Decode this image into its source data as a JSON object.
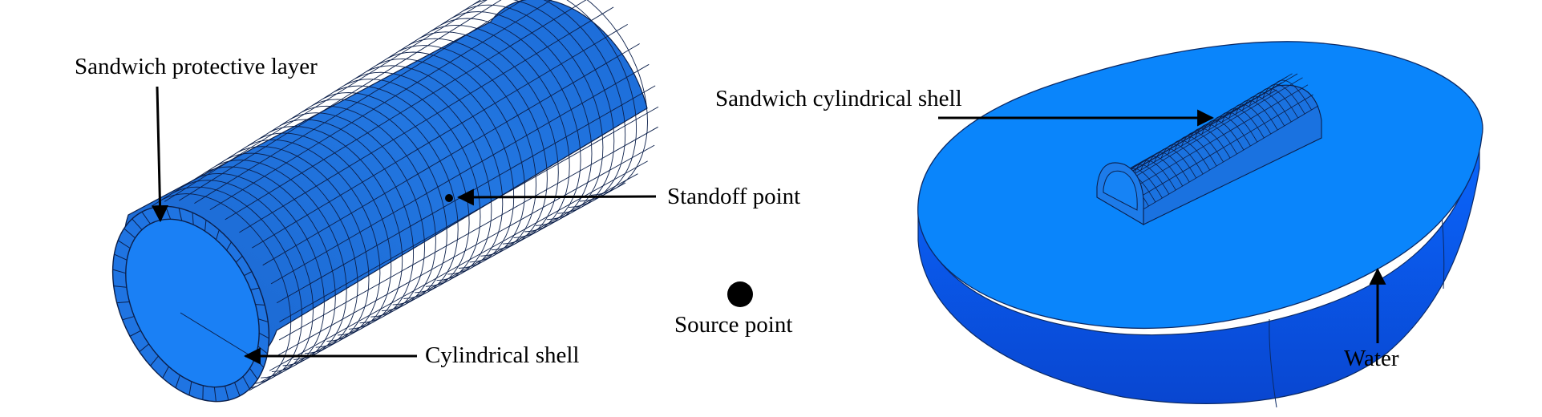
{
  "labels": {
    "sandwich_protective_layer": "Sandwich protective layer",
    "standoff_point": "Standoff point",
    "source_point": "Source point",
    "cylindrical_shell": "Cylindrical shell",
    "sandwich_cylindrical_shell": "Sandwich cylindrical shell",
    "water": "Water"
  },
  "colors": {
    "mesh_blue": "#1f6fd6",
    "face_blue": "#1e7ae8",
    "water_top": "#0a84fb",
    "water_side": "#0a55e0",
    "mesh_line": "#0b1f4a",
    "annotation": "#000000"
  }
}
